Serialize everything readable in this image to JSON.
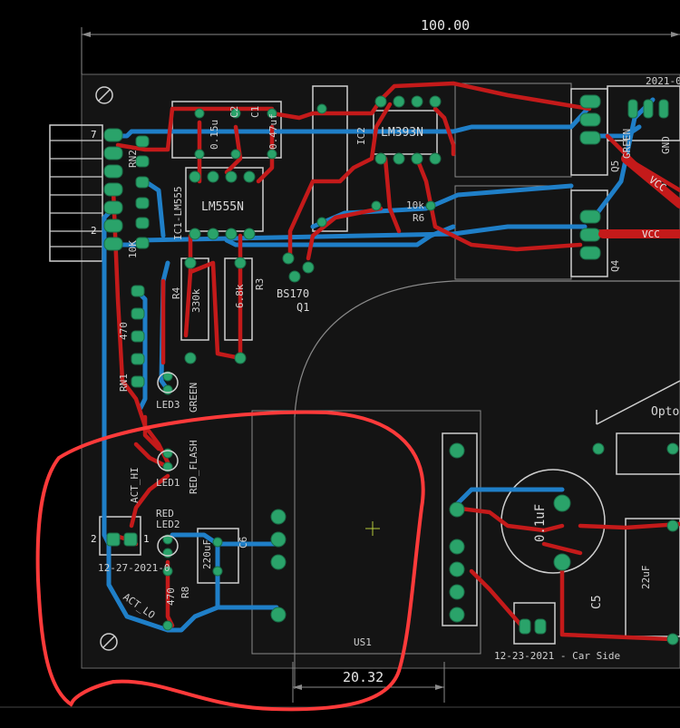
{
  "board": {
    "colors": {
      "background": "#000000",
      "board": "#141414",
      "top_copper": "#c41a1a",
      "bottom_copper": "#1f7fc8",
      "pad": "#2aa36a",
      "silkscreen": "#d8d8d8",
      "annotation": "#ff3a3a"
    },
    "dimensions": {
      "width": "100.00",
      "detail": "20.32"
    },
    "labels": {
      "lm393": "LM393N",
      "ic2": "IC2",
      "lm555": "LM555N",
      "ic1": "IC1-LM555",
      "c015": "0.15u",
      "c047": "0.47uf",
      "c1": "C1",
      "c2": "C2",
      "r10k": "10k",
      "r6": "R6",
      "rn2": "RN2",
      "r10k2": "10K",
      "r4": "R4",
      "r4v": "330k",
      "r3v": "6.8k",
      "r3": "R3",
      "bs170": "BS170",
      "q1": "Q1",
      "r470": "470",
      "rn1": "RN1",
      "led3": "LED3",
      "green": "GREEN",
      "led1": "LED1",
      "red_flash": "RED_FLASH",
      "red": "RED",
      "led2": "LED2",
      "c220": "220uF",
      "c6": "C6",
      "act_hi": "ACT_HI",
      "act_lo": "ACT_LO",
      "r8v": "470",
      "r8": "R8",
      "date1": "12-27-2021-0",
      "us1": "US1",
      "pin2": "2",
      "pin1": "1",
      "pin7": "7",
      "pin2b": "2",
      "c01": "0.1uF",
      "c5": "C5",
      "c22": "22uF",
      "opto": "Opto",
      "vcc1": "VCC",
      "vcc2": "VCC",
      "green2": "GREEN",
      "q5": "Q5",
      "q4": "Q4",
      "gnd": "GND",
      "date2": "12-23-2021 - Car Side",
      "date_top": "2021-0"
    }
  }
}
